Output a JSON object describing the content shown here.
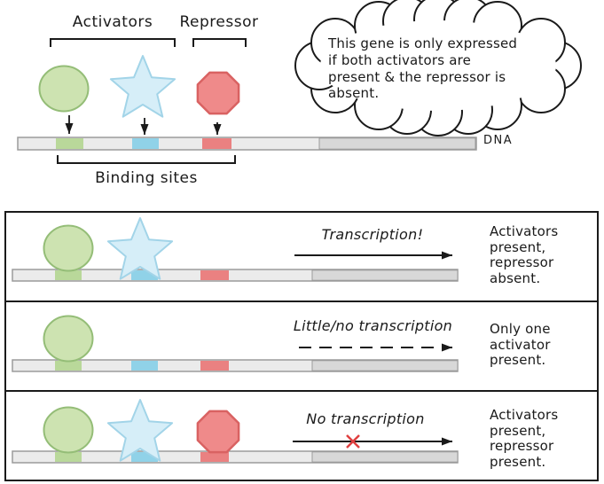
{
  "top": {
    "activators_label": "Activators",
    "repressor_label": "Repressor",
    "dna_label": "DNA",
    "binding_sites_label": "Binding sites",
    "note_lines": [
      "This gene is only expressed",
      "if both activators are",
      "present & the repressor is",
      "absent."
    ]
  },
  "panels": [
    {
      "arrow_label": "Transcription!",
      "caption": "Activators present, repressor absent."
    },
    {
      "arrow_label": "Little/no transcription",
      "caption": "Only one activator present."
    },
    {
      "arrow_label": "No transcription",
      "caption": "Activators present, repressor present."
    }
  ],
  "colors": {
    "ink": "#1a1a1a",
    "activator_oval_fill": "#cde3b1",
    "activator_oval_stroke": "#94bd77",
    "activator_star_fill": "#d6eef8",
    "activator_star_stroke": "#a2d4e8",
    "repressor_fill": "#ef8a8a",
    "repressor_stroke": "#d96262",
    "dna_fill": "#ebebeb",
    "dna_dark_fill": "#d8d8d8",
    "dna_stroke": "#9b9b9b",
    "site_green": "#b9d89a",
    "site_blue": "#90d2e8",
    "site_red": "#ea8181",
    "x_mark": "#e04040"
  }
}
